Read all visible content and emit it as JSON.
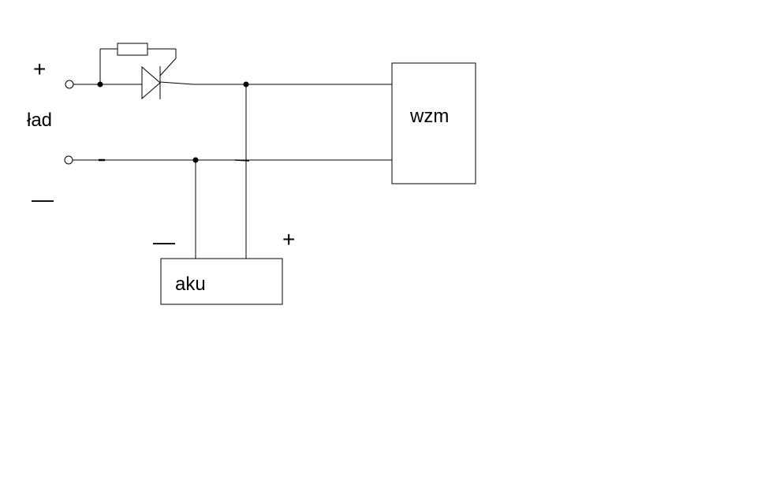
{
  "labels": {
    "input_name": "ład",
    "amplifier": "wzm",
    "battery": "aku",
    "plus_input": "+",
    "minus_input": "—",
    "minus_battery": "—",
    "plus_battery": "+"
  },
  "colors": {
    "background": "#ffffff",
    "line": "#000000"
  }
}
